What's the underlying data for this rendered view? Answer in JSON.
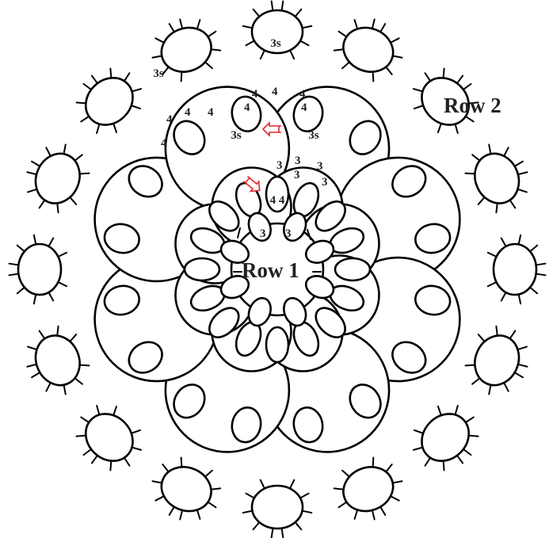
{
  "diagram": {
    "labels": {
      "row1": "Row 1",
      "row2": "Row 2"
    },
    "ring_labels": {
      "outer_top": "3s",
      "outer_top_left": "3s",
      "inner_left": "3s",
      "inner_right": "3s",
      "row1_ring": "4 4"
    },
    "counts": [
      "4",
      "4",
      "4",
      "4",
      "4",
      "4",
      "4",
      "4",
      "4",
      "3",
      "3",
      "3",
      "3",
      "3",
      "3",
      "3"
    ],
    "colors": {
      "line": "#000000",
      "arrow": "#e0262d",
      "background": "#ffffff"
    },
    "icons": [
      "direction-arrow-icon",
      "direction-arrow-icon"
    ]
  }
}
